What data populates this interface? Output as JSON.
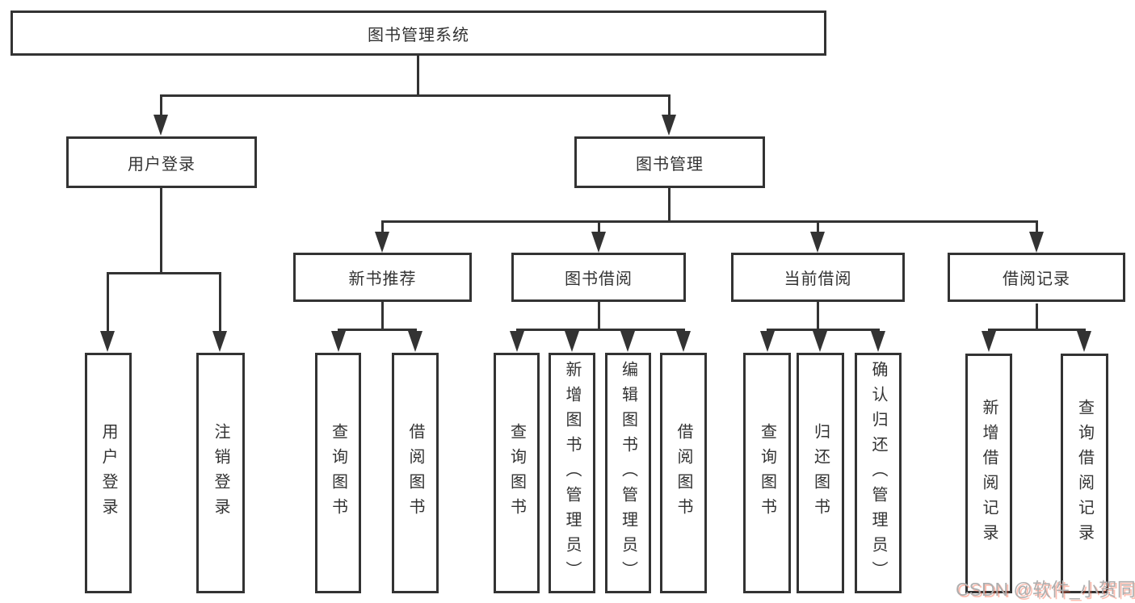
{
  "colors": {
    "line": "#333333",
    "text": "#333333",
    "box_background": "#ffffff",
    "watermark_gray": "#aeaeae",
    "watermark_red": "#fc5531"
  },
  "watermark": {
    "text": "CSDN @软件_小贺同学"
  },
  "tree": {
    "label": "图书管理系统",
    "children": [
      {
        "label": "用户登录",
        "children": [
          {
            "label": "用户登录"
          },
          {
            "label": "注销登录"
          }
        ]
      },
      {
        "label": "图书管理",
        "children": [
          {
            "label": "新书推荐",
            "children": [
              {
                "label": "查询图书"
              },
              {
                "label": "借阅图书"
              }
            ]
          },
          {
            "label": "图书借阅",
            "children": [
              {
                "label": "查询图书"
              },
              {
                "label": "新增图书（管理员）"
              },
              {
                "label": "编辑图书（管理员）"
              },
              {
                "label": "借阅图书"
              }
            ]
          },
          {
            "label": "当前借阅",
            "children": [
              {
                "label": "查询图书"
              },
              {
                "label": "归还图书"
              },
              {
                "label": "确认归还（管理员）"
              }
            ]
          },
          {
            "label": "借阅记录",
            "children": [
              {
                "label": "新增借阅记录"
              },
              {
                "label": "查询借阅记录"
              }
            ]
          }
        ]
      }
    ]
  }
}
